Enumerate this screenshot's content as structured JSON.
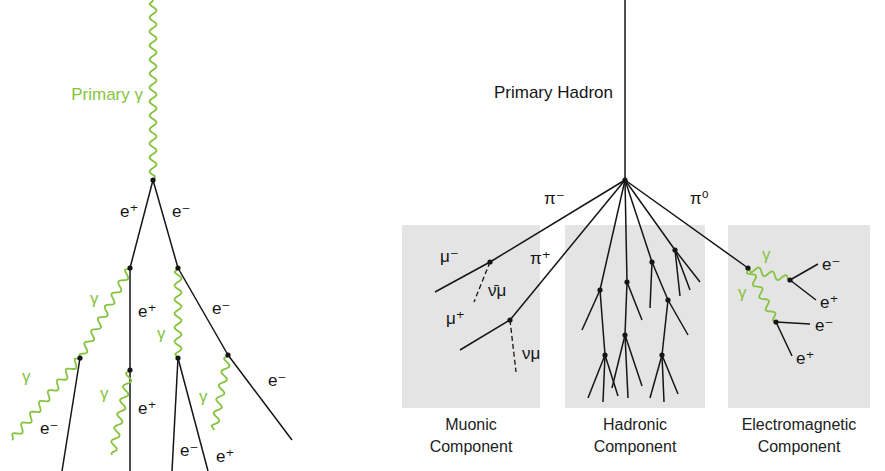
{
  "diagram": {
    "nodes": [
      {
        "text": [
          "Muonic Component"
        ]
      },
      {
        "text": [
          "Hadronic Component"
        ]
      },
      {
        "text": [
          "Electromagnetic Component"
        ]
      }
    ],
    "labels": [
      "Primary γ",
      "e⁺",
      "e⁻",
      "γ",
      "e⁺",
      "γ",
      "e⁻",
      "γ",
      "γ",
      "e⁺",
      "γ",
      "e⁻",
      "e⁻",
      "e⁻",
      "e⁺",
      "Primary Hadron",
      "π⁻",
      "π⁺",
      "π⁰",
      "μ⁻",
      "ν̄μ",
      "μ⁺",
      "νμ",
      "γ",
      "γ",
      "e⁻",
      "e⁺",
      "e⁻",
      "e⁺"
    ]
  }
}
